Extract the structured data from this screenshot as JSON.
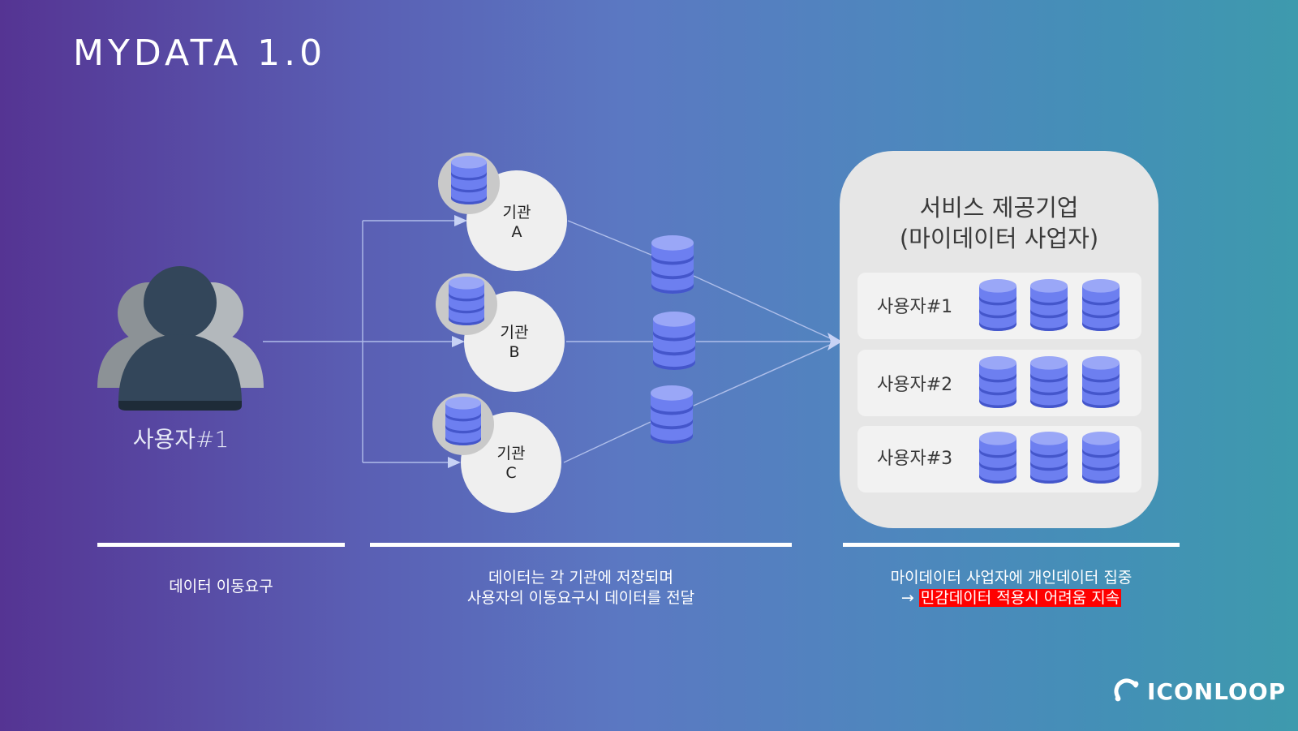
{
  "title": "MYDATA 1.0",
  "user": {
    "label": "사용자#1"
  },
  "institutions": [
    {
      "name": "기관",
      "letter": "A"
    },
    {
      "name": "기관",
      "letter": "B"
    },
    {
      "name": "기관",
      "letter": "C"
    }
  ],
  "service_provider": {
    "title": "서비스 제공기업",
    "subtitle": "(마이데이터 사업자)",
    "users": [
      {
        "label": "사용자#1",
        "databases": 3
      },
      {
        "label": "사용자#2",
        "databases": 3
      },
      {
        "label": "사용자#3",
        "databases": 3
      }
    ]
  },
  "captions": {
    "left": "데이터 이동요구",
    "middle_line1": "데이터는 각 기관에 저장되며",
    "middle_line2": "사용자의 이동요구시 데이터를 전달",
    "right_line1": "마이데이터 사업자에 개인데이터 집중",
    "right_arrow": "→",
    "right_highlight": "민감데이터 적용시 어려움 지속"
  },
  "logo": {
    "text": "ICONLOOP",
    "icon": "iconloop-logo-icon"
  },
  "colors": {
    "database": "#6d7ff0",
    "database_band": "#3d4fc4",
    "user_front": "#33465a",
    "user_back": "#8c9296",
    "highlight": "#ff0000"
  }
}
